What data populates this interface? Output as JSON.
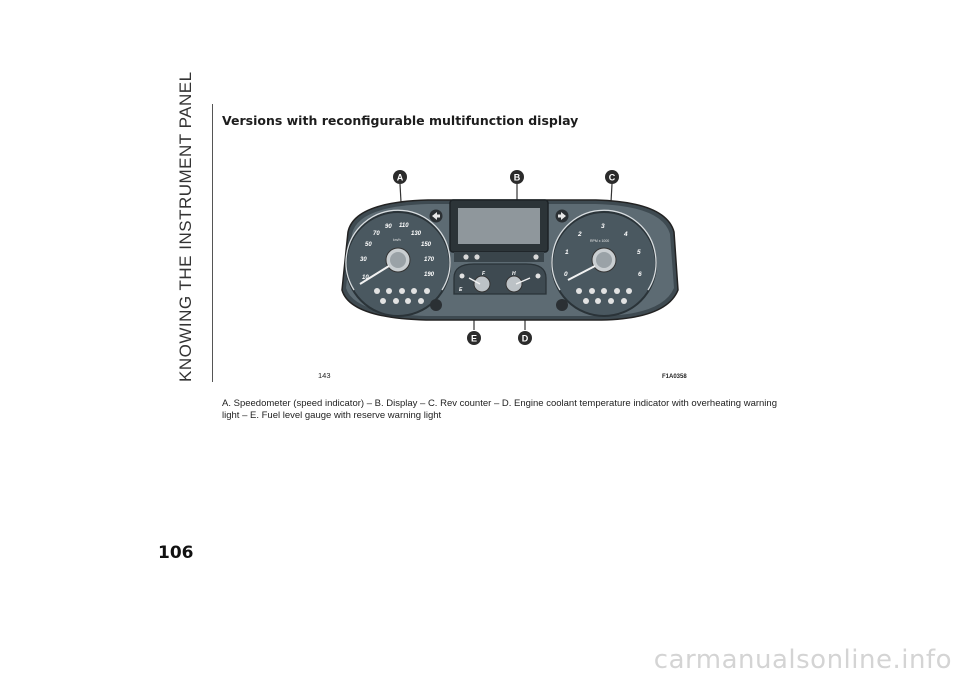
{
  "side_title": "KNOWING THE INSTRUMENT PANEL",
  "heading": "Versions with reconfigurable multifunction display",
  "figure": {
    "callouts": {
      "a": "A",
      "b": "B",
      "c": "C",
      "d": "D",
      "e": "E"
    },
    "speedometer": {
      "ticks": [
        "10",
        "30",
        "50",
        "70",
        "90",
        "110",
        "130",
        "150",
        "170",
        "190"
      ],
      "unit": "km/h"
    },
    "rev_counter": {
      "ticks": [
        "0",
        "1",
        "2",
        "3",
        "4",
        "5",
        "6"
      ],
      "unit": "RPM x 1000"
    },
    "fuel_gauge": {
      "full": "F",
      "reserve": "E"
    },
    "temp_gauge": {
      "max": "H"
    },
    "figure_number": "143",
    "figure_code": "F1A0358",
    "colors": {
      "callout": "#2b2b2b",
      "panel": "#5d6b73",
      "dial": "#4a5860",
      "display": "#8f979c"
    }
  },
  "caption": "A. Speedometer (speed indicator) – B. Display – C. Rev counter – D. Engine coolant temperature indicator with overheating warning light – E. Fuel level gauge with reserve warning light",
  "page_number": "106",
  "watermark": "carmanualsonline.info"
}
